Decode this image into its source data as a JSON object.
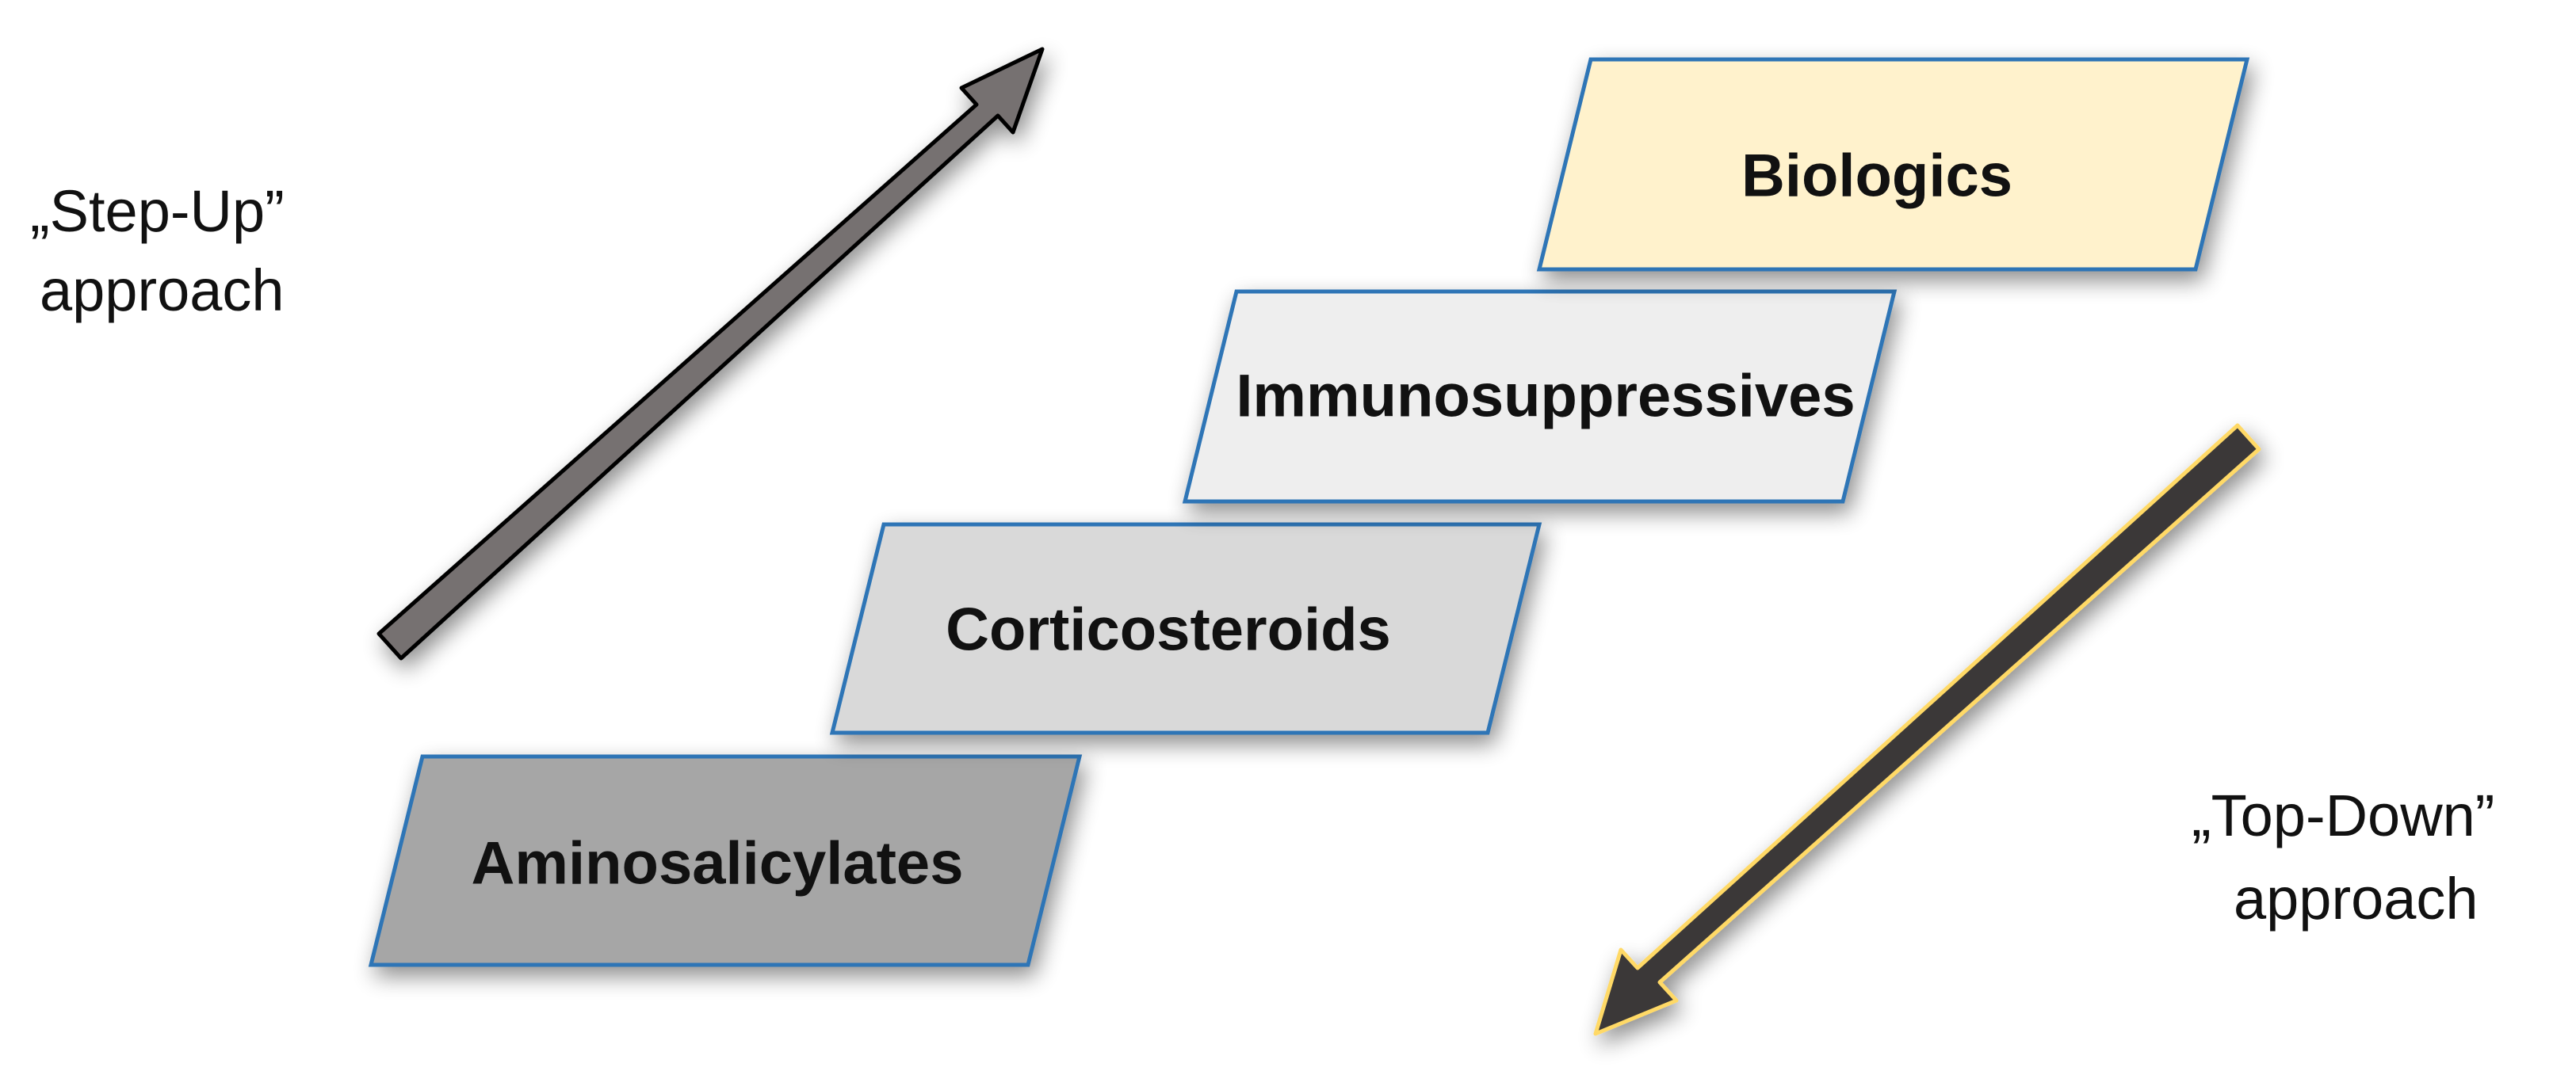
{
  "steps": [
    {
      "label": "Aminosalicylates",
      "fill": "#a6a6a6"
    },
    {
      "label": "Corticosteroids",
      "fill": "#d9d9d9"
    },
    {
      "label": "Immunosuppressives",
      "fill": "#eeeeee"
    },
    {
      "label": "Biologics",
      "fill": "#fff2cc"
    }
  ],
  "step_border_color": "#2e75b6",
  "step_up": {
    "line1": "„Step-Up”",
    "line2": "approach",
    "arrow_color": "#767171",
    "arrow_icon": "arrow-up-right-icon"
  },
  "top_down": {
    "line1": "„Top-Down”",
    "line2": "approach",
    "arrow_color": "#3a3838",
    "arrow_outline": "#ffd966",
    "arrow_icon": "arrow-down-left-icon"
  }
}
